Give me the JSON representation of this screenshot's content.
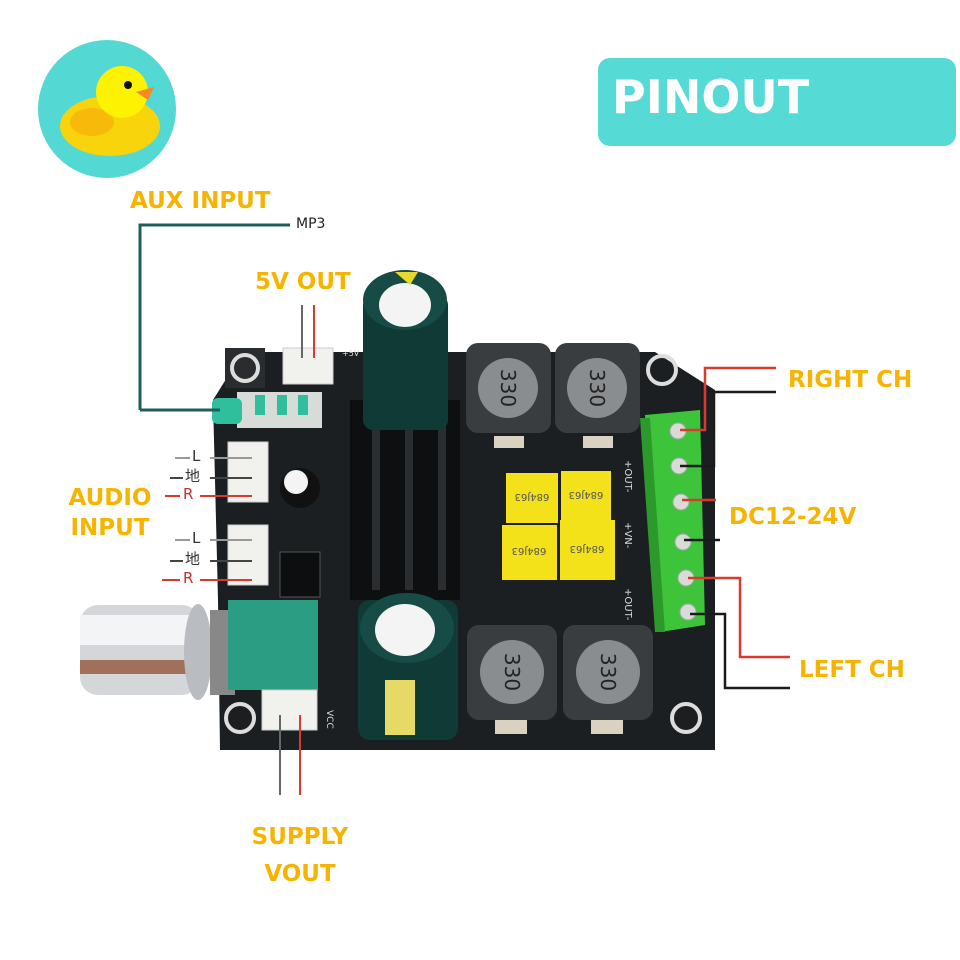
{
  "title": "PINOUT",
  "logo": {
    "icon": "rubber-duck-icon",
    "background": "#54d8d3"
  },
  "colors": {
    "accent": "#55dad5",
    "label": "#f6b400",
    "wire_red": "#d83a2e",
    "wire_black": "#1a1a1a",
    "wire_teal": "#1f5c5a",
    "pcb": "#1c1f22",
    "terminal": "#3ec43a",
    "capacitor_yellow": "#f3e21a"
  },
  "labels": {
    "aux_input": "AUX INPUT",
    "mp3": "MP3",
    "five_v_out": "5V OUT",
    "audio_input_line1": "AUDIO",
    "audio_input_line2": "INPUT",
    "right_ch": "RIGHT CH",
    "dc_supply": "DC12-24V",
    "left_ch": "LEFT CH",
    "supply_vout_line1": "SUPPLY",
    "supply_vout_line2": "VOUT"
  },
  "audio_pins": [
    {
      "connector": 1,
      "pins": [
        "L",
        "地",
        "R"
      ]
    },
    {
      "connector": 2,
      "pins": [
        "L",
        "地",
        "R"
      ]
    }
  ],
  "board": {
    "inductor_marking": "330",
    "film_cap_marking": "684J63",
    "silkscreen": {
      "plus5v": "+5V",
      "vcc": "VCC",
      "out_right": "+OUT-",
      "vin": "+VN-",
      "out_left": "+OUT-"
    },
    "terminal_screws": 6
  }
}
